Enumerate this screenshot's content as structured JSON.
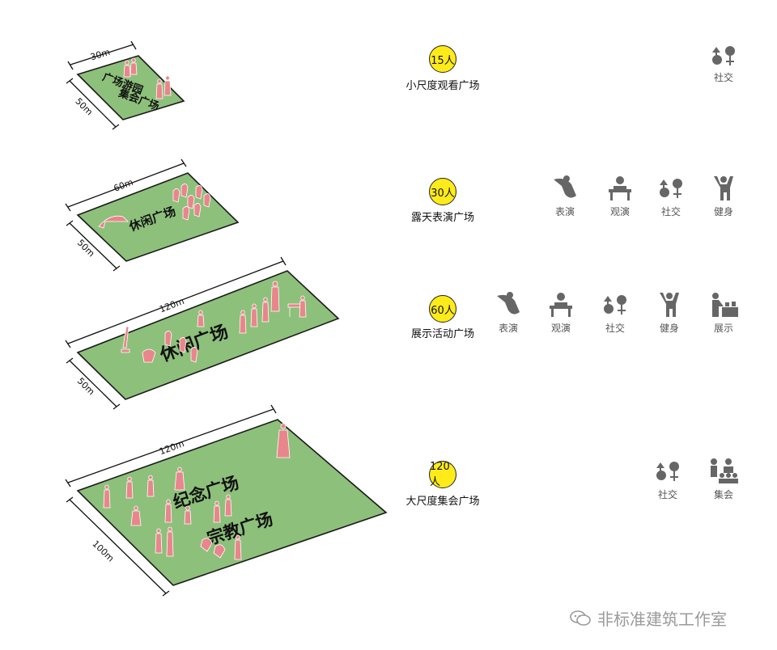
{
  "plazas": [
    {
      "width_label": "30m",
      "depth_label": "50m",
      "plaza_text": [
        "广场游园",
        "集会广场"
      ],
      "capacity": "15人",
      "name": "小尺度观看广场",
      "activities": [
        {
          "label": "社交",
          "icon": "social-icon"
        }
      ]
    },
    {
      "width_label": "60m",
      "depth_label": "50m",
      "plaza_text": [
        "休闲广场"
      ],
      "capacity": "30人",
      "name": "露天表演广场",
      "activities": [
        {
          "label": "表演",
          "icon": "performance-icon"
        },
        {
          "label": "观演",
          "icon": "audience-icon"
        },
        {
          "label": "社交",
          "icon": "social-icon"
        },
        {
          "label": "健身",
          "icon": "fitness-icon"
        }
      ]
    },
    {
      "width_label": "120m",
      "depth_label": "50m",
      "plaza_text": [
        "休闲广场"
      ],
      "capacity": "60人",
      "name": "展示活动广场",
      "activities": [
        {
          "label": "表演",
          "icon": "performance-icon"
        },
        {
          "label": "观演",
          "icon": "audience-icon"
        },
        {
          "label": "社交",
          "icon": "social-icon"
        },
        {
          "label": "健身",
          "icon": "fitness-icon"
        },
        {
          "label": "展示",
          "icon": "exhibition-icon"
        }
      ]
    },
    {
      "width_label": "120m",
      "depth_label": "100m",
      "plaza_text": [
        "纪念广场",
        "宗教广场"
      ],
      "capacity": "120人",
      "name": "大尺度集会广场",
      "activities": [
        {
          "label": "社交",
          "icon": "social-icon"
        },
        {
          "label": "集会",
          "icon": "assembly-icon"
        }
      ]
    }
  ],
  "colors": {
    "plaza_green": "#8dc07a",
    "people_pink": "#e8868c",
    "badge_yellow": "#ffeb1a",
    "icon_gray": "#666666"
  },
  "watermark": "非标准建筑工作室"
}
